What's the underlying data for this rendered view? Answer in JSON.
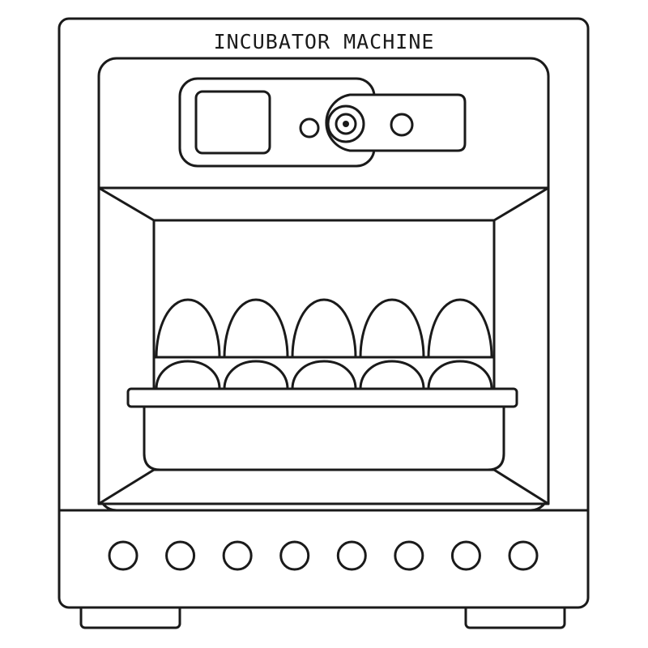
{
  "title": "INCUBATOR MACHINE",
  "colors": {
    "line": "#1a1a1a",
    "background": "#ffffff"
  },
  "control_panel": {
    "screen": "display-screen",
    "knobs": [
      "small-knob",
      "dial-knob",
      "small-knob"
    ]
  },
  "egg_tray": {
    "back_row_eggs": 5,
    "front_row_eggs": 5
  },
  "front_buttons": {
    "count": 8
  }
}
